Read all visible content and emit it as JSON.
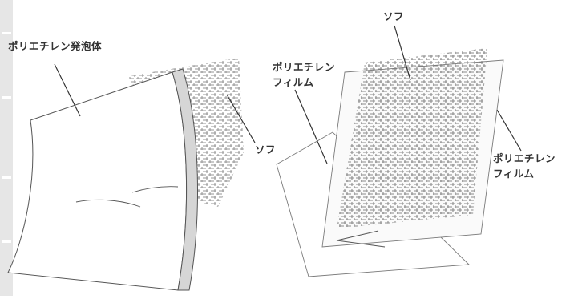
{
  "labels": {
    "foam": "ポリエチレン発泡体",
    "sofu_left": "ソフ",
    "film_left_1": "ポリエチレン",
    "film_left_2": "フィルム",
    "sofu_top": "ソフ",
    "film_right_1": "ポリエチレン",
    "film_right_2": "フィルム"
  },
  "colors": {
    "side_strip": "#d6d6d6",
    "stripe": "#e6e6e6",
    "mesh": "#8a8a8a",
    "outline": "#555555"
  }
}
